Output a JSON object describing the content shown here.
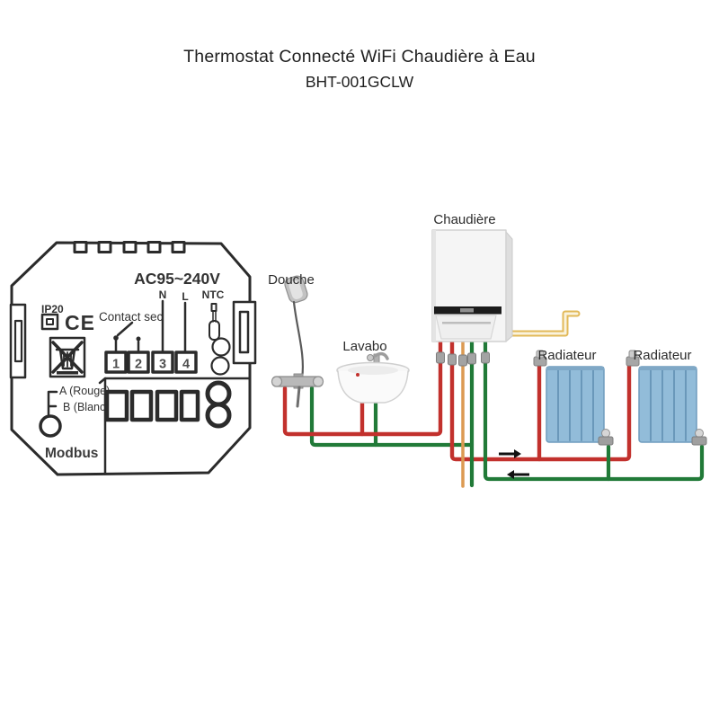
{
  "page": {
    "title_line1": "Thermostat Connecté WiFi Chaudière à Eau",
    "title_line2": "BHT-001GCLW"
  },
  "thermostat_diagram": {
    "voltage_label": "AC95~240V",
    "neutral_label": "N",
    "live_label": "L",
    "ntc_label": "NTC",
    "ip_rating_label": "IP20",
    "ce_mark_label": "CE",
    "dry_contact_label": "Contact sec",
    "terminals": [
      "1",
      "2",
      "3",
      "4"
    ],
    "modbus_a_label": "A (Rouge)",
    "modbus_b_label": "B (Blanc)",
    "modbus_label": "Modbus"
  },
  "installation_diagram": {
    "boiler_label": "Chaudière",
    "shower_label": "Douche",
    "sink_label": "Lavabo",
    "radiator1_label": "Radiateur",
    "radiator2_label": "Radiateur",
    "colors": {
      "hot_water_pipe": "#c2312d",
      "cold_water_pipe": "#217a38",
      "gas_pipe": "#dc9a52",
      "thermostat_cable": "#e2b959",
      "radiator_body": "#92bcd9",
      "line_art": "#2b2b2b"
    }
  }
}
